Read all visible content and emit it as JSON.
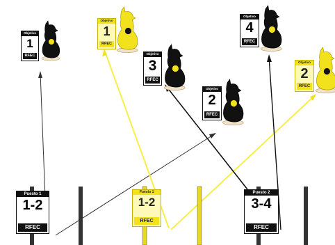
{
  "targets": [
    {
      "caption": "Objetivo",
      "number": "1",
      "footer": "RFEC",
      "style": "black"
    },
    {
      "caption": "Objetivo",
      "number": "1",
      "footer": "RFEC",
      "style": "yellow"
    },
    {
      "caption": "Objetivo",
      "number": "3",
      "footer": "RFEC",
      "style": "black"
    },
    {
      "caption": "Objetivo",
      "number": "4",
      "footer": "RFEC",
      "style": "black"
    },
    {
      "caption": "Objetivo",
      "number": "2",
      "footer": "RFEC",
      "style": "black"
    },
    {
      "caption": "Objetivo",
      "number": "2",
      "footer": "RFEC",
      "style": "yellow"
    }
  ],
  "posts": [
    {
      "caption": "Puesto 1",
      "number": "1-2",
      "footer": "RFEC",
      "style": "black"
    },
    {
      "caption": "Puesto 1",
      "number": "1-2",
      "footer": "RFEC",
      "style": "yellow"
    },
    {
      "caption": "Puesto 2",
      "number": "3-4",
      "footer": "RFEC",
      "style": "black"
    }
  ],
  "colors": {
    "black_target": "#111111",
    "yellow_target": "#f2e21e",
    "yellow_line": "#f5ee40",
    "black_line": "#222222",
    "base": "#f0e2c8"
  }
}
